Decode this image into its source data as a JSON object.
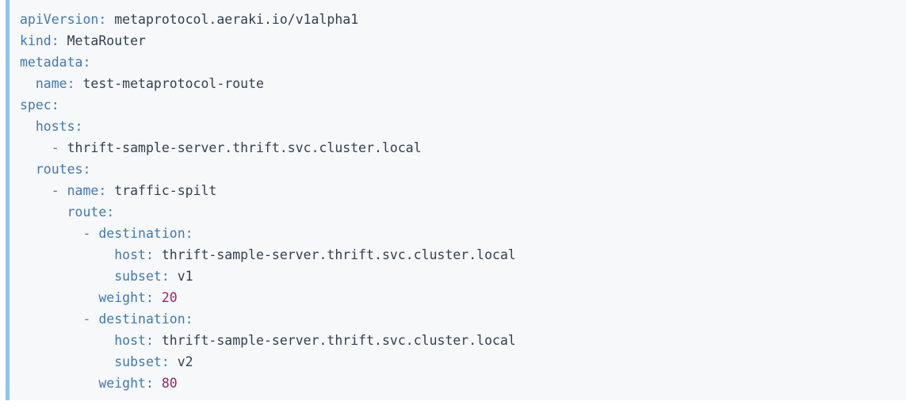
{
  "code_block": {
    "language": "yaml",
    "accent_color": "#8ec5e8",
    "background_color": "#f6f8fa",
    "key_color": "#4078b0",
    "value_color": "#33404f",
    "number_color": "#9d2265",
    "dash_color": "#5f7e9c",
    "lines": [
      {
        "indent": "",
        "dash": "",
        "key": "apiVersion:",
        "value": " metaprotocol.aeraki.io/v1alpha1",
        "type": "string"
      },
      {
        "indent": "",
        "dash": "",
        "key": "kind:",
        "value": " MetaRouter",
        "type": "string"
      },
      {
        "indent": "",
        "dash": "",
        "key": "metadata:",
        "value": "",
        "type": "none"
      },
      {
        "indent": "  ",
        "dash": "",
        "key": "name:",
        "value": " test-metaprotocol-route",
        "type": "string"
      },
      {
        "indent": "",
        "dash": "",
        "key": "spec:",
        "value": "",
        "type": "none"
      },
      {
        "indent": "  ",
        "dash": "",
        "key": "hosts:",
        "value": "",
        "type": "none"
      },
      {
        "indent": "    ",
        "dash": "- ",
        "key": "",
        "value": "thrift-sample-server.thrift.svc.cluster.local",
        "type": "string"
      },
      {
        "indent": "  ",
        "dash": "",
        "key": "routes:",
        "value": "",
        "type": "none"
      },
      {
        "indent": "    ",
        "dash": "- ",
        "key": "name:",
        "value": " traffic-spilt",
        "type": "string"
      },
      {
        "indent": "      ",
        "dash": "",
        "key": "route:",
        "value": "",
        "type": "none"
      },
      {
        "indent": "        ",
        "dash": "- ",
        "key": "destination:",
        "value": "",
        "type": "none"
      },
      {
        "indent": "            ",
        "dash": "",
        "key": "host:",
        "value": " thrift-sample-server.thrift.svc.cluster.local",
        "type": "string"
      },
      {
        "indent": "            ",
        "dash": "",
        "key": "subset:",
        "value": " v1",
        "type": "string"
      },
      {
        "indent": "          ",
        "dash": "",
        "key": "weight:",
        "value": " 20",
        "type": "number"
      },
      {
        "indent": "        ",
        "dash": "- ",
        "key": "destination:",
        "value": "",
        "type": "none"
      },
      {
        "indent": "            ",
        "dash": "",
        "key": "host:",
        "value": " thrift-sample-server.thrift.svc.cluster.local",
        "type": "string"
      },
      {
        "indent": "            ",
        "dash": "",
        "key": "subset:",
        "value": " v2",
        "type": "string"
      },
      {
        "indent": "          ",
        "dash": "",
        "key": "weight:",
        "value": " 80",
        "type": "number"
      }
    ]
  }
}
